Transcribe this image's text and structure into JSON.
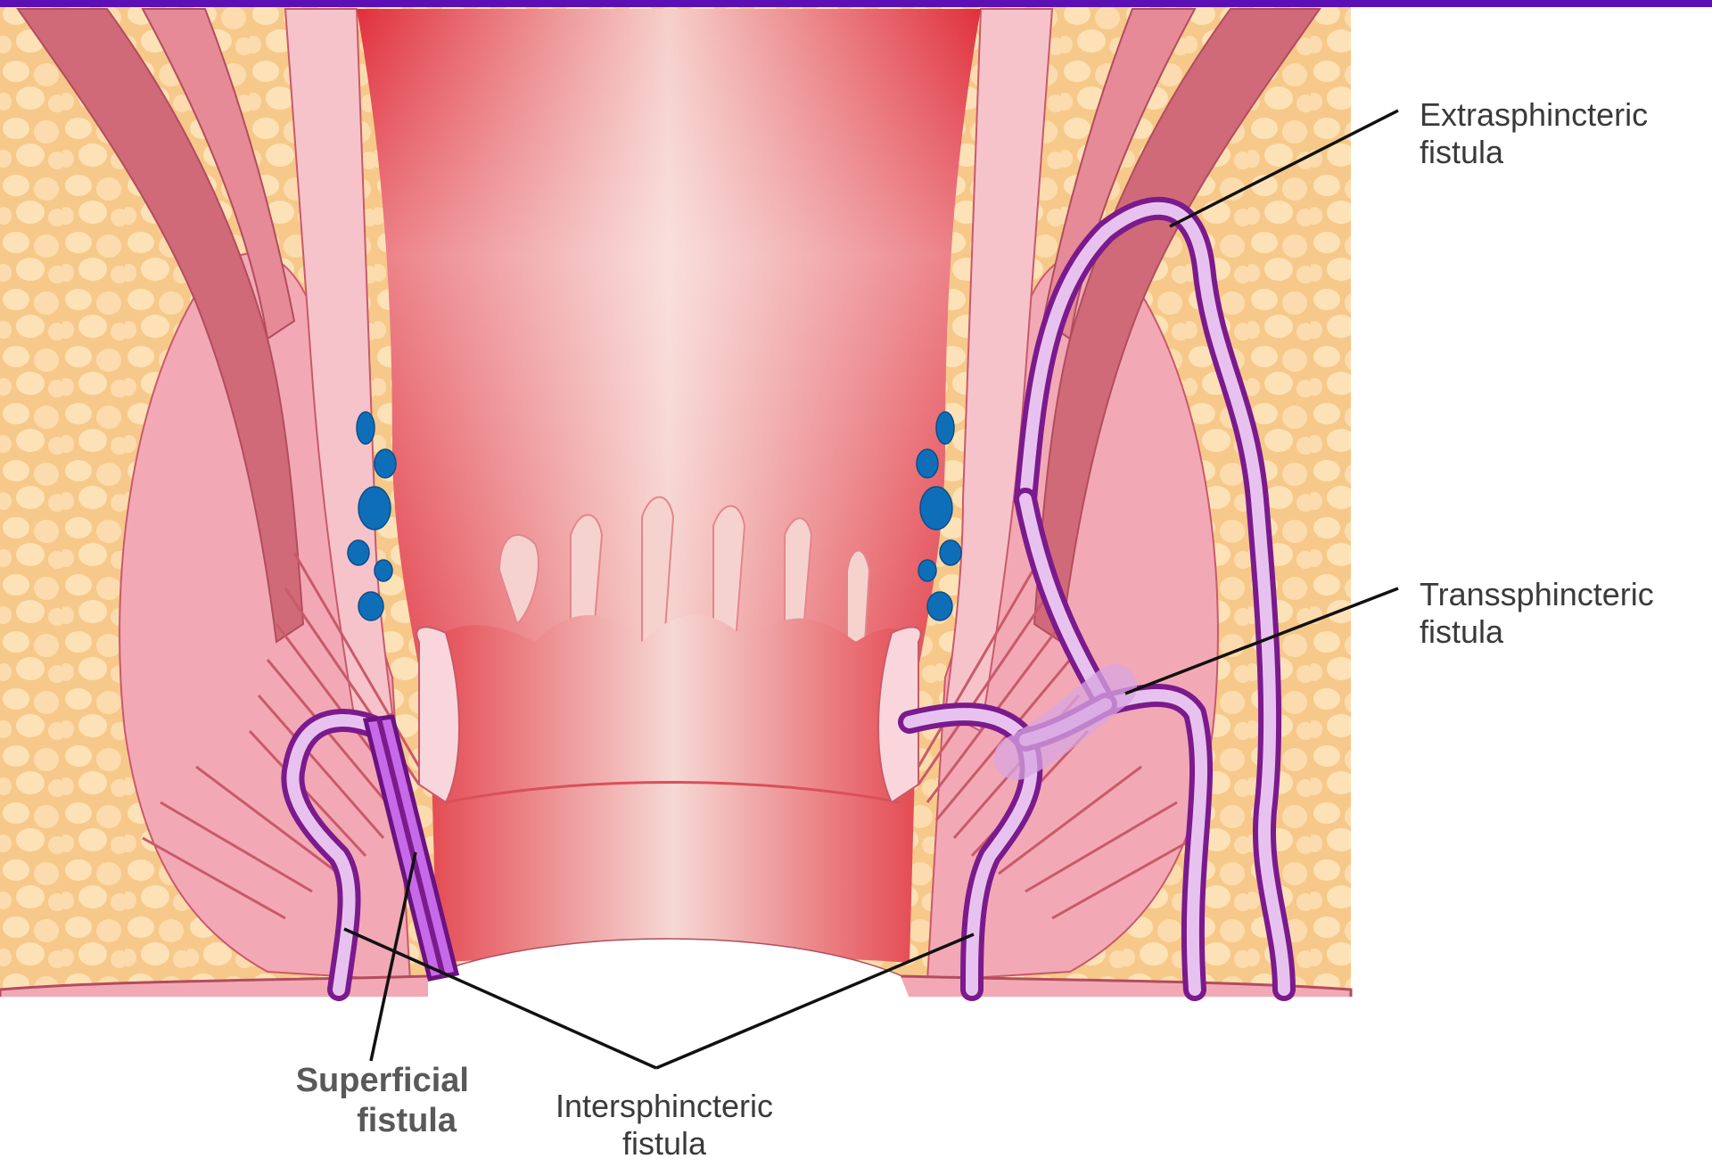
{
  "colors": {
    "top_bar": "#5b0fb5",
    "fat": "#f6c98a",
    "fat_lobule": "#fde2b8",
    "muscle_dark": "#d06a78",
    "muscle_light": "#f2a9b5",
    "mucosa": "#e23c46",
    "mucosa_light": "#f7c9c6",
    "gland": "#0e6fb8",
    "fistula_outline": "#7a1a8c",
    "fistula_fill": "#d8a6e2",
    "seton": "#c76ae8",
    "label_text": "#3a3a3a"
  },
  "labels": {
    "extrasphincteric": [
      "Extrasphincteric",
      "fistula"
    ],
    "transsphincteric": [
      "Transsphincteric",
      "fistula"
    ],
    "intersphincteric": [
      "Intersphincteric",
      "fistula"
    ],
    "superficial": [
      "Superficial",
      "fistula"
    ]
  }
}
